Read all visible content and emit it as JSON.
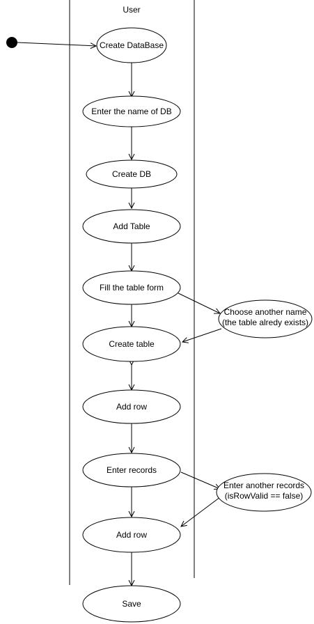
{
  "swimlane": {
    "label": "User"
  },
  "nodes": {
    "create_database": "Create DataBase",
    "enter_db_name": "Enter the name of DB",
    "create_db": "Create DB",
    "add_table": "Add Table",
    "fill_table_form": "Fill the table form",
    "choose_another_name_line1": "Choose another name",
    "choose_another_name_line2": "(the table alredy exists)",
    "create_table": "Create table",
    "add_row_1": "Add row",
    "enter_records": "Enter records",
    "enter_another_records_line1": "Enter another records",
    "enter_another_records_line2": "(isRowValid == false)",
    "add_row_2": "Add row",
    "save": "Save"
  }
}
